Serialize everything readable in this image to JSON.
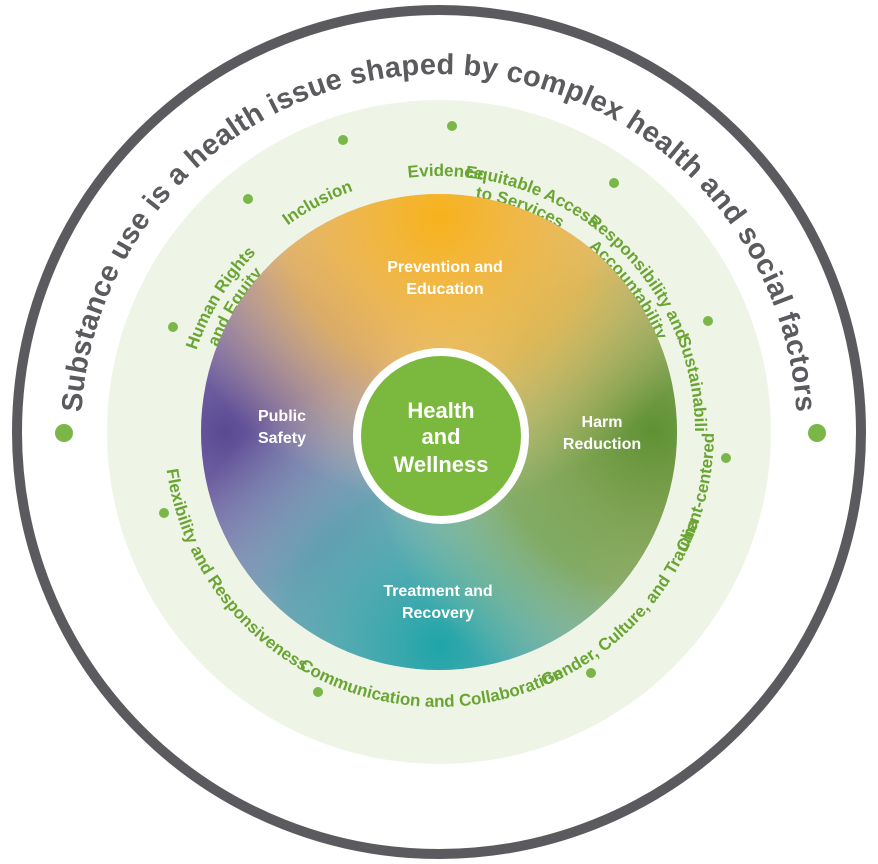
{
  "outer_ring": {
    "caption": "Substance use is a health issue shaped by complex health and social factors"
  },
  "principles": [
    "Evidence",
    "Equitable Access",
    "to Services",
    "Responsibility and",
    "Accountability",
    "Sustainability",
    "Flexibility and Responsiveness",
    "Communication and Collaboration",
    "Gender, Culture, and Trauma",
    "Client-centered care",
    "Human Rights",
    "and Equity",
    "Inclusion"
  ],
  "pillars": {
    "top_line1": "Prevention and",
    "top_line2": "Education",
    "right_line1": "Harm",
    "right_line2": "Reduction",
    "bottom_line1": "Treatment and",
    "bottom_line2": "Recovery",
    "left_line1": "Public",
    "left_line2": "Safety"
  },
  "center": {
    "line1": "Health",
    "line2": "and",
    "line3": "Wellness"
  },
  "colors": {
    "outer_ring_border": "#5b5b5f",
    "caption_text": "#5b5b5f",
    "principle_band": "#eef4e6",
    "principle_text": "#6aa533",
    "dot": "#7ab648",
    "center_fill": "#7ab83e",
    "prevention": "#f5b324",
    "harm_reduction": "#6b9a3a",
    "treatment": "#2ea7a5",
    "public_safety": "#5e4f97"
  }
}
